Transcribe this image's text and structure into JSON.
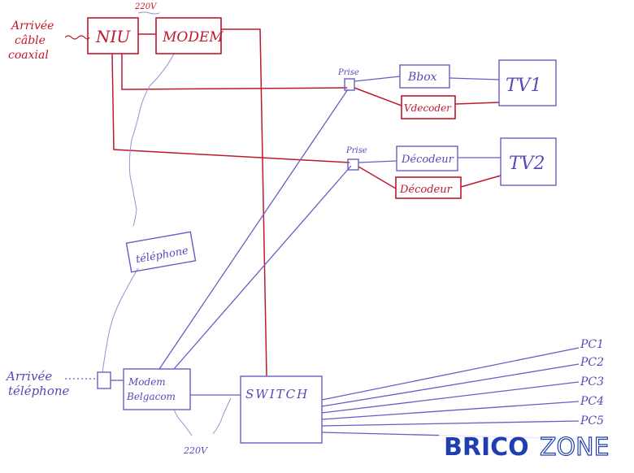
{
  "labels": {
    "input_coax_1": "Arrivée",
    "input_coax_2": "câble",
    "input_coax_3": "coaxial",
    "volt_top": "220V",
    "niu": "NIU",
    "modem": "MODEM",
    "prise_1": "Prise",
    "prise_2": "Prise",
    "bbox": "Bbox",
    "tv1": "TV1",
    "vdecoder": "Vdecoder",
    "decoder_blue": "Décodeur",
    "decoder_red": "Décodeur",
    "tv2": "TV2",
    "telephone": "téléphone",
    "input_tel_1": "Arrivée",
    "input_tel_2": "téléphone",
    "modem_belgacom_1": "Modem",
    "modem_belgacom_2": "Belgacom",
    "switch": "SWITCH",
    "volt_bottom": "220V",
    "pc1": "PC1",
    "pc2": "PC2",
    "pc3": "PC3",
    "pc4": "PC4",
    "pc5": "PC5"
  },
  "logo": {
    "brand_left": "BRICO",
    "brand_right": "ZONE"
  },
  "colors": {
    "red_ink": "#c0182f",
    "blue_ink": "#6a5cc4",
    "logo_blue": "#1f3fb0"
  }
}
